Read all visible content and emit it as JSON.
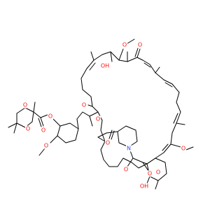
{
  "molecule": {
    "atom_colors": {
      "O": "#ff0d0d",
      "N": "#3050f8",
      "H": "#000000"
    },
    "atom_labels": [
      {
        "id": "o-hydroxyl-top",
        "text": "OH",
        "element": "O"
      },
      {
        "id": "o-methoxy-top",
        "text": "O",
        "element": "O"
      },
      {
        "id": "o-ketone-top",
        "text": "O",
        "element": "O"
      },
      {
        "id": "o-ketone-left",
        "text": "O",
        "element": "O"
      },
      {
        "id": "o-ester-ring",
        "text": "O",
        "element": "O"
      },
      {
        "id": "o-lactone",
        "text": "O",
        "element": "O"
      },
      {
        "id": "o-ester-link",
        "text": "O",
        "element": "O"
      },
      {
        "id": "o-ester-carbonyl",
        "text": "O",
        "element": "O"
      },
      {
        "id": "o-dioxane-1",
        "text": "O",
        "element": "O"
      },
      {
        "id": "o-dioxane-2",
        "text": "O",
        "element": "O"
      },
      {
        "id": "o-methoxy-left",
        "text": "O",
        "element": "O"
      },
      {
        "id": "n-piperidine",
        "text": "N",
        "element": "N"
      },
      {
        "id": "o-amide",
        "text": "O",
        "element": "O"
      },
      {
        "id": "o-diketone",
        "text": "O",
        "element": "O"
      },
      {
        "id": "o-hydroxyl-bottom",
        "text": "OH",
        "element": "O"
      },
      {
        "id": "o-pyran",
        "text": "O",
        "element": "O"
      },
      {
        "id": "o-methoxy-right",
        "text": "O",
        "element": "O"
      }
    ]
  }
}
